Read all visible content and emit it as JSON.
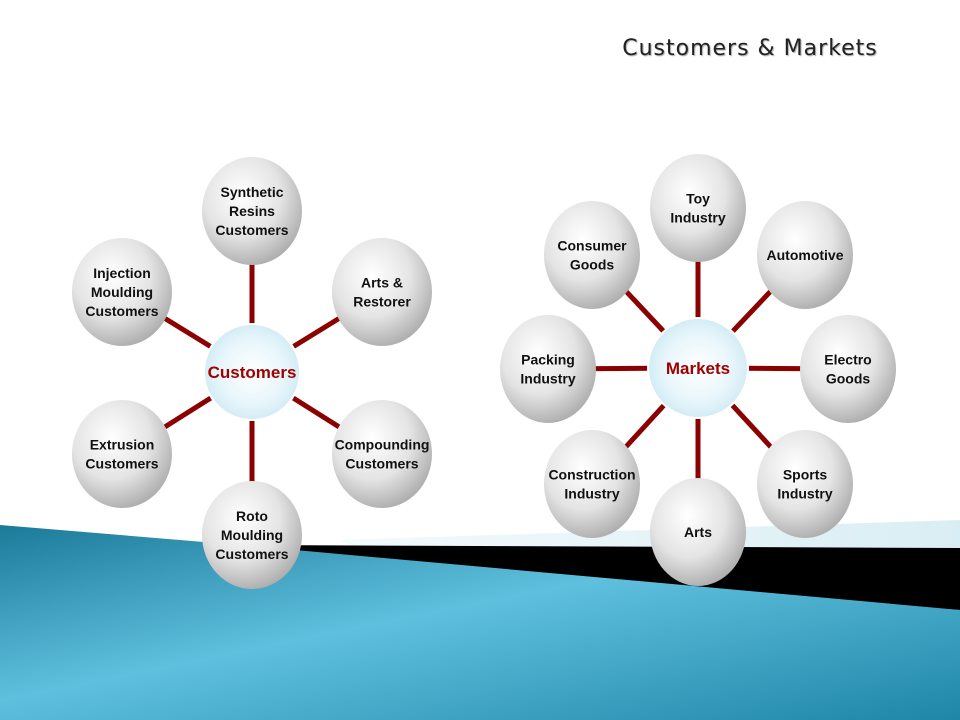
{
  "title": "Customers & Markets",
  "colors": {
    "spoke": "#8b0000",
    "hub_text": "#a00000",
    "node_text": "#111111",
    "band_teal": "#2a8fb0",
    "band_light": "#dff1f6"
  },
  "customers": {
    "hub": "Customers",
    "nodes": [
      {
        "name": "synthetic-resins",
        "lines": [
          "Synthetic",
          "Resins",
          "Customers"
        ]
      },
      {
        "name": "arts-restorer",
        "lines": [
          "Arts &",
          "Restorer"
        ]
      },
      {
        "name": "compounding",
        "lines": [
          "Compounding",
          "Customers"
        ]
      },
      {
        "name": "roto-moulding",
        "lines": [
          "Roto",
          "Moulding",
          "Customers"
        ]
      },
      {
        "name": "extrusion",
        "lines": [
          "Extrusion",
          "Customers"
        ]
      },
      {
        "name": "injection-moulding",
        "lines": [
          "Injection",
          "Moulding",
          "Customers"
        ]
      }
    ]
  },
  "markets": {
    "hub": "Markets",
    "nodes": [
      {
        "name": "toy-industry",
        "lines": [
          "Toy",
          "Industry"
        ]
      },
      {
        "name": "automotive",
        "lines": [
          "Automotive"
        ]
      },
      {
        "name": "electro-goods",
        "lines": [
          "Electro",
          "Goods"
        ]
      },
      {
        "name": "sports-industry",
        "lines": [
          "Sports",
          "Industry"
        ]
      },
      {
        "name": "arts",
        "lines": [
          "Arts"
        ]
      },
      {
        "name": "construction-industry",
        "lines": [
          "Construction",
          "Industry"
        ]
      },
      {
        "name": "packing-industry",
        "lines": [
          "Packing",
          "Industry"
        ]
      },
      {
        "name": "consumer-goods",
        "lines": [
          "Consumer",
          "Goods"
        ]
      }
    ]
  }
}
